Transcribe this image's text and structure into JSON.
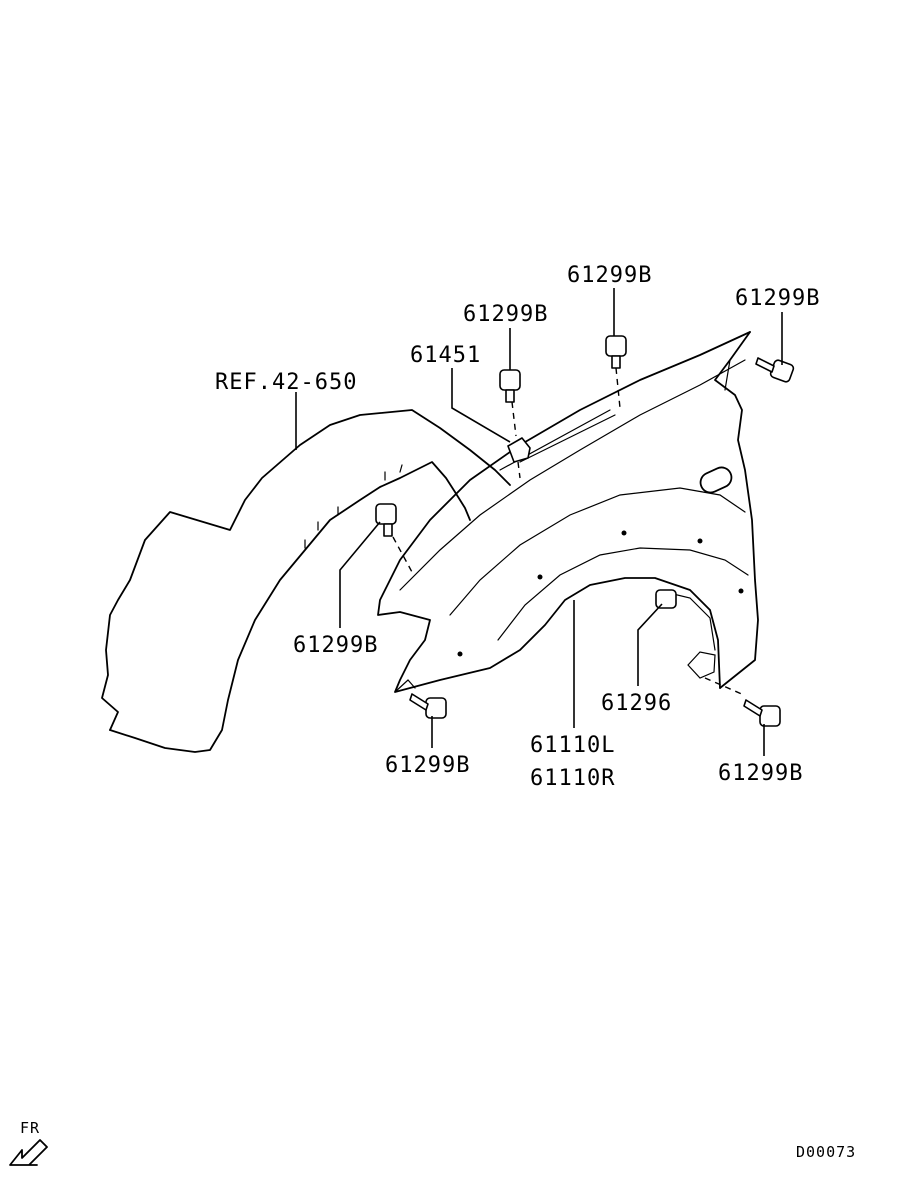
{
  "labels": {
    "ref_inner_liner": "REF.42-650",
    "bolt_top_left": "61299B",
    "clip": "61451",
    "bolt_top_center": "61299B",
    "bolt_top_right": "61299B",
    "bolt_left_mid": "61299B",
    "bolt_bottom_left": "61299B",
    "fender_left": "61110L",
    "fender_right": "61110R",
    "nut": "61296",
    "bolt_bottom_right": "61299B"
  },
  "footer": {
    "direction_label": "FR",
    "diagram_code": "D00073"
  },
  "icons": {
    "front_arrow": "front-direction-arrow-icon"
  }
}
